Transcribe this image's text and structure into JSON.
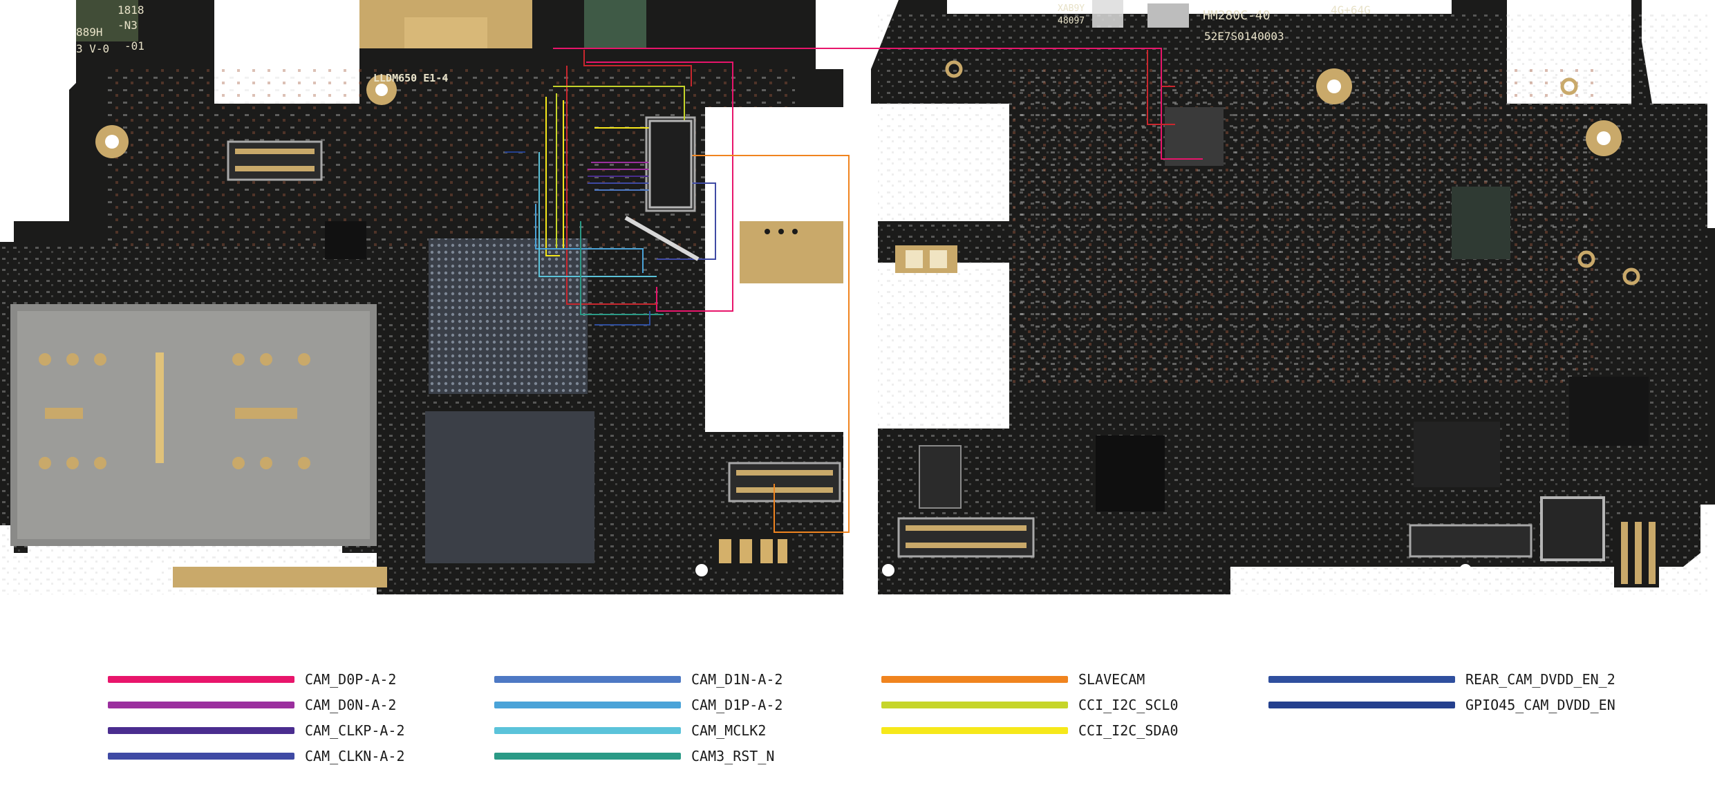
{
  "board_marks": {
    "left_id": "LLDM650 E1-4",
    "left_top_a": "1818",
    "left_top_b": "-N3",
    "left_top_c": "889H",
    "left_top_d": "3 V-0",
    "left_top_e": "-01",
    "right_model": "HM280C-40",
    "right_mem": "4G+64G",
    "right_serial": "52E7S0140003",
    "right_code_a": "XAB9Y",
    "right_code_b": "48097"
  },
  "colors": {
    "board": "#1b1b1a",
    "gold": "#c9a96a",
    "sim_tray": "#8a8a88"
  },
  "legend": [
    {
      "label": "CAM_D0P-A-2",
      "color": "#e8156b"
    },
    {
      "label": "CAM_D0N-A-2",
      "color": "#9b2f9e"
    },
    {
      "label": "CAM_CLKP-A-2",
      "color": "#4a2d8f"
    },
    {
      "label": "CAM_CLKN-A-2",
      "color": "#3f4aa4"
    },
    {
      "label": "CAM_D1N-A-2",
      "color": "#4e79c4"
    },
    {
      "label": "CAM_D1P-A-2",
      "color": "#4aa3d8"
    },
    {
      "label": "CAM_MCLK2",
      "color": "#5bc3da"
    },
    {
      "label": "CAM3_RST_N",
      "color": "#2b9a86"
    },
    {
      "label": "SLAVECAM",
      "color": "#f0841f"
    },
    {
      "label": "CCI_I2C_SCL0",
      "color": "#c6d52a"
    },
    {
      "label": "CCI_I2C_SDA0",
      "color": "#f6e81a"
    },
    {
      "label": "REAR_CAM_DVDD_EN_2",
      "color": "#2f4f9e"
    },
    {
      "label": "GPIO45_CAM_DVDD_EN",
      "color": "#24408e"
    }
  ]
}
